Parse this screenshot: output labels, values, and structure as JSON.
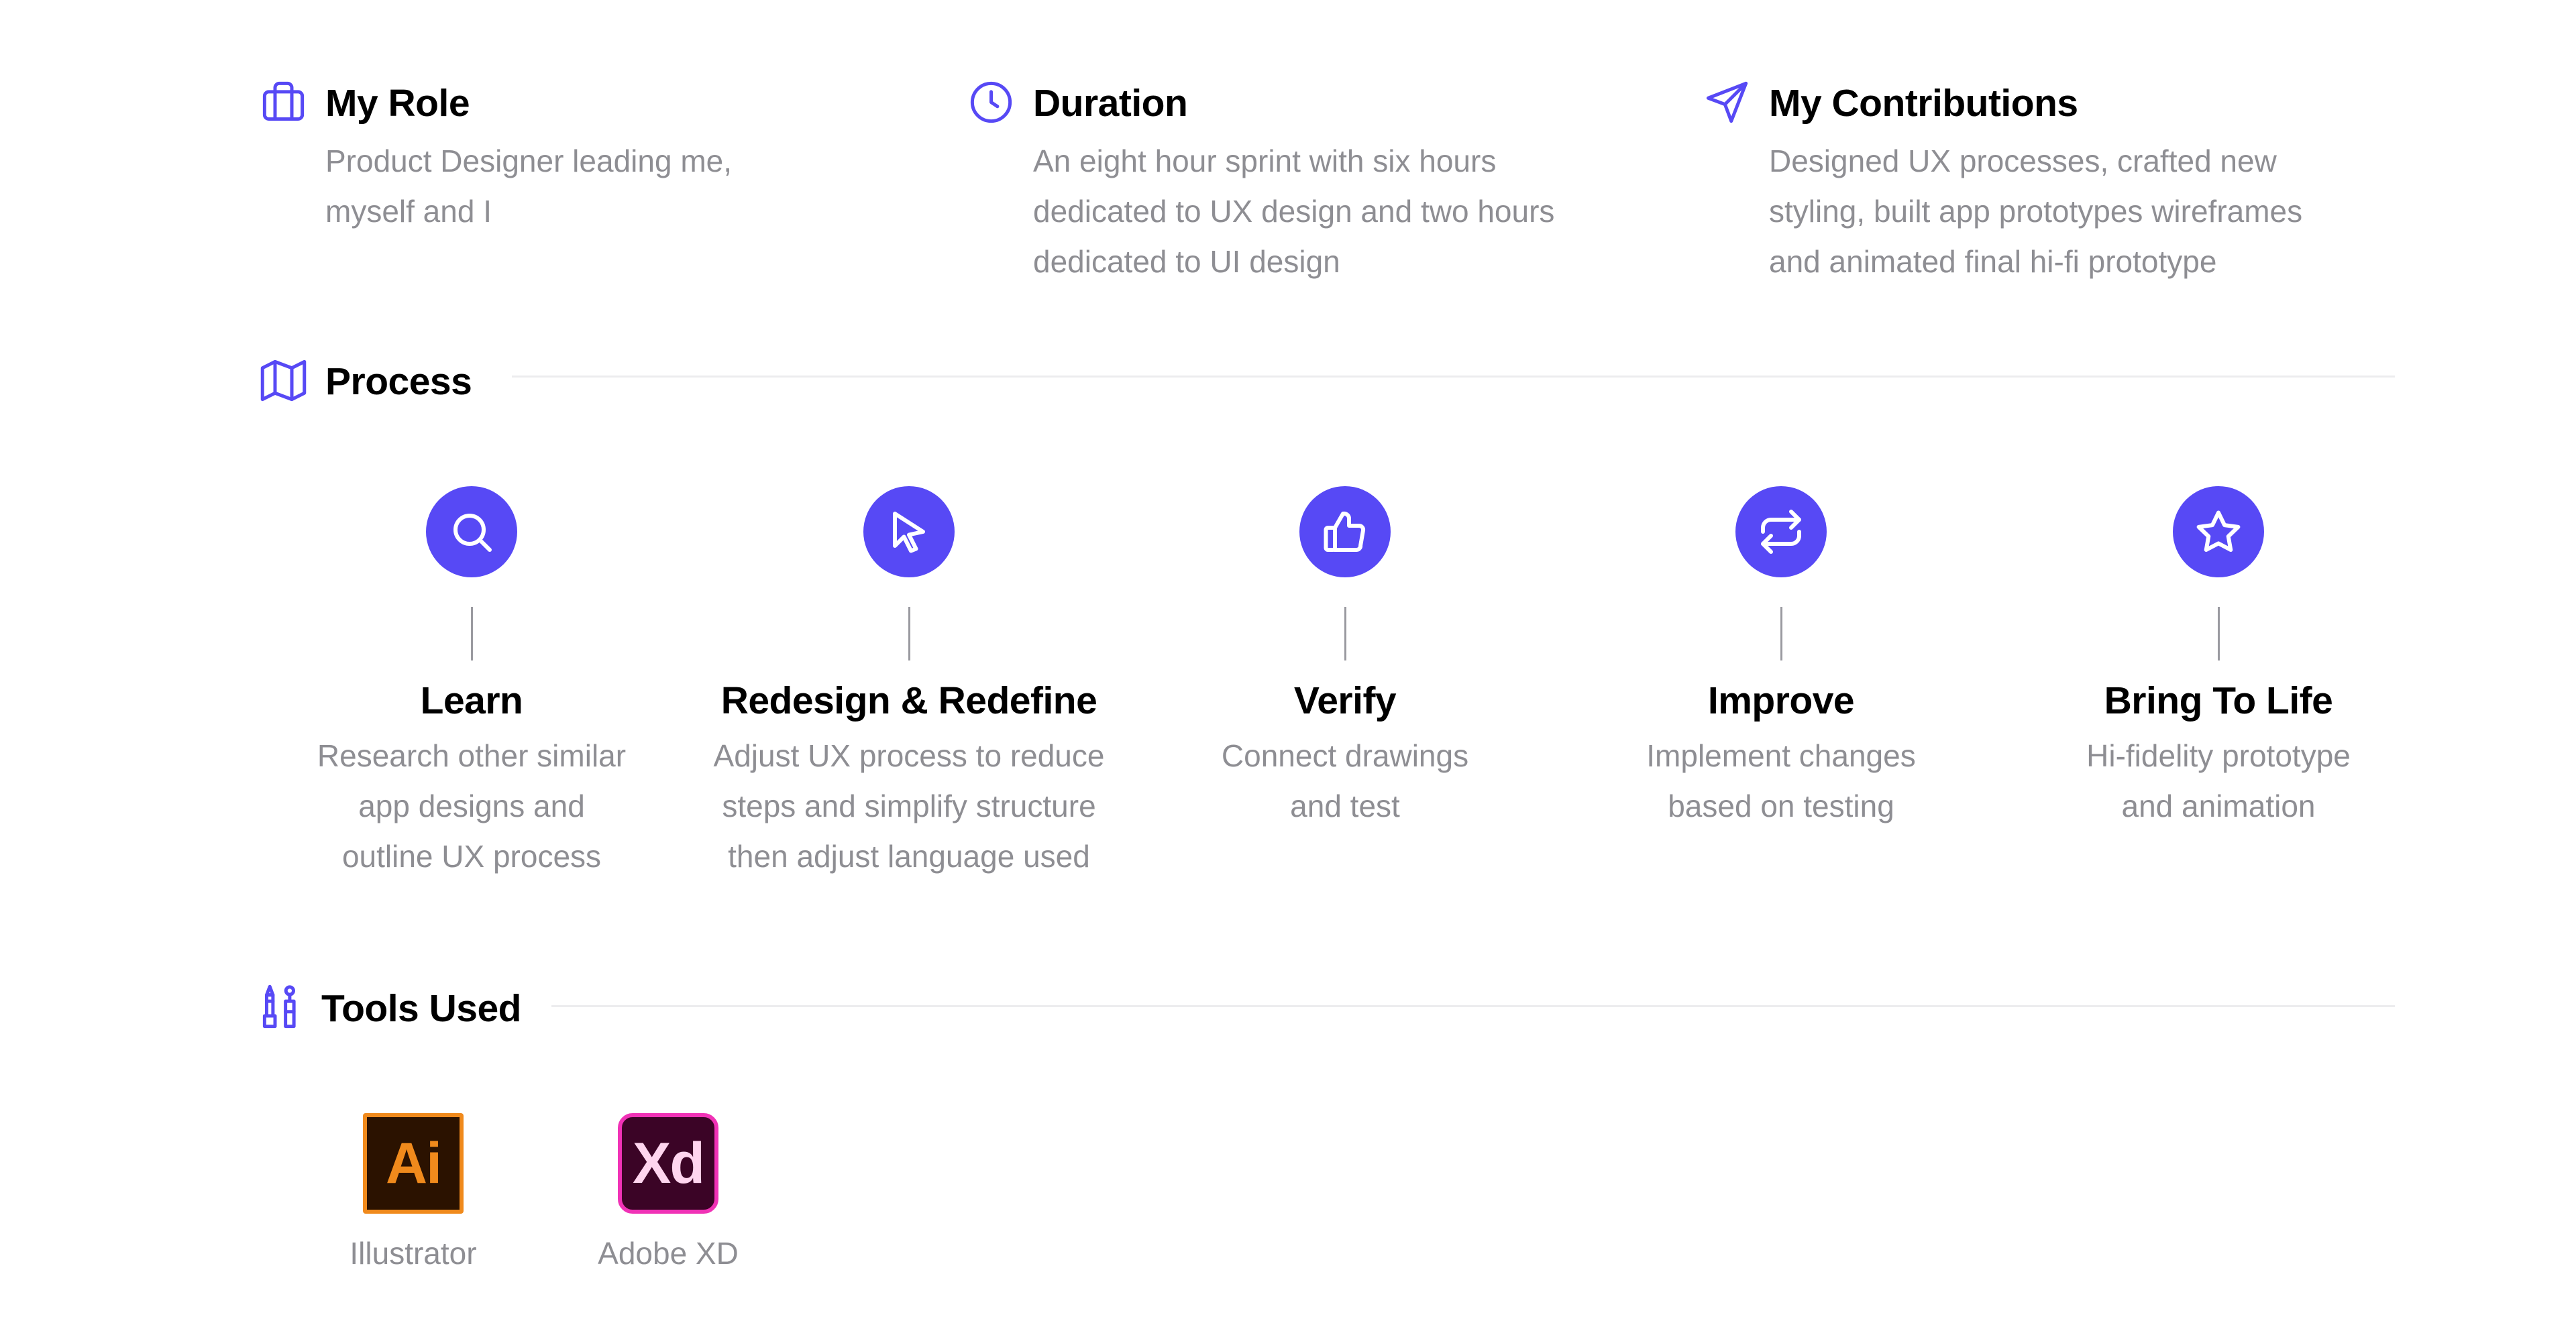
{
  "accent_color": "#5749f5",
  "info": [
    {
      "icon": "briefcase-icon",
      "title": "My Role",
      "lines": [
        "Product Designer leading me,",
        "myself and I"
      ]
    },
    {
      "icon": "clock-icon",
      "title": "Duration",
      "lines": [
        "An eight hour sprint with six hours",
        "dedicated to UX design and two hours",
        "dedicated to UI design"
      ]
    },
    {
      "icon": "send-icon",
      "title": "My Contributions",
      "lines": [
        "Designed UX processes, crafted new",
        "styling, built app prototypes wireframes",
        "and animated final hi-fi prototype"
      ]
    }
  ],
  "process": {
    "icon": "map-icon",
    "title": "Process",
    "steps": [
      {
        "icon": "search-icon",
        "title": "Learn",
        "lines": [
          "Research other similar",
          "app designs and",
          "outline UX process"
        ]
      },
      {
        "icon": "cursor-icon",
        "title": "Redesign & Redefine",
        "lines": [
          "Adjust UX process to reduce",
          "steps and simplify structure",
          "then adjust language used"
        ]
      },
      {
        "icon": "thumbs-up-icon",
        "title": "Verify",
        "lines": [
          "Connect drawings",
          "and test"
        ]
      },
      {
        "icon": "repeat-icon",
        "title": "Improve",
        "lines": [
          "Implement changes",
          "based on testing"
        ]
      },
      {
        "icon": "star-icon",
        "title": "Bring To Life",
        "lines": [
          "Hi-fidelity prototype",
          "and animation"
        ]
      }
    ]
  },
  "tools": {
    "icon": "pencil-brush-icon",
    "title": "Tools Used",
    "items": [
      {
        "icon": "illustrator-logo-icon",
        "logo_text": "Ai",
        "label": "Illustrator"
      },
      {
        "icon": "adobe-xd-logo-icon",
        "logo_text": "Xd",
        "label": "Adobe XD"
      }
    ]
  }
}
